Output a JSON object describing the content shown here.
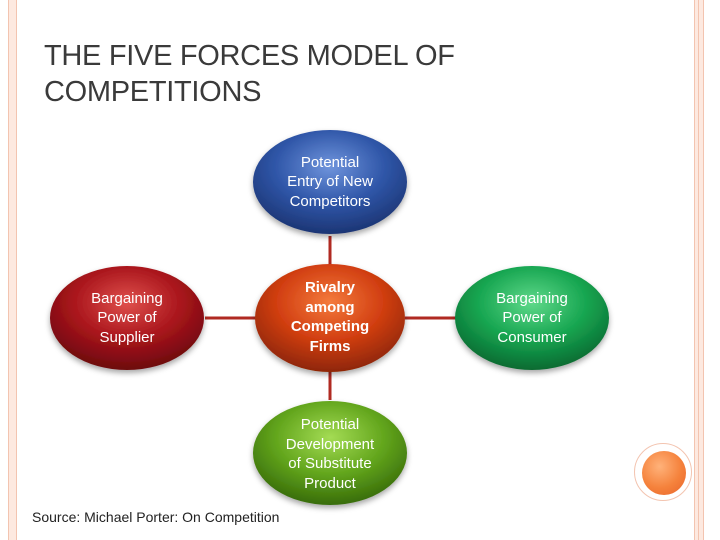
{
  "slide": {
    "title_lines": [
      "THE FIVE FORCES MODEL OF",
      "COMPETITIONS"
    ],
    "source": "Source: Michael Porter: On Competition"
  },
  "diagram": {
    "nodes": {
      "top": {
        "lines": [
          "Potential",
          "Entry of New",
          "Competitors"
        ],
        "color": "#2e4f9c"
      },
      "left": {
        "lines": [
          "Bargaining",
          "Power of",
          "Supplier"
        ],
        "color": "#a6141a"
      },
      "center": {
        "lines": [
          "Rivalry",
          "among",
          "Competing",
          "Firms"
        ],
        "color": "#cf3d10"
      },
      "right": {
        "lines": [
          "Bargaining",
          "Power of",
          "Consumer"
        ],
        "color": "#14a24e"
      },
      "bottom": {
        "lines": [
          "Potential",
          "Development",
          "of Substitute",
          "Product"
        ],
        "color": "#5fa21a"
      }
    },
    "connector_color": "#b02a22"
  }
}
